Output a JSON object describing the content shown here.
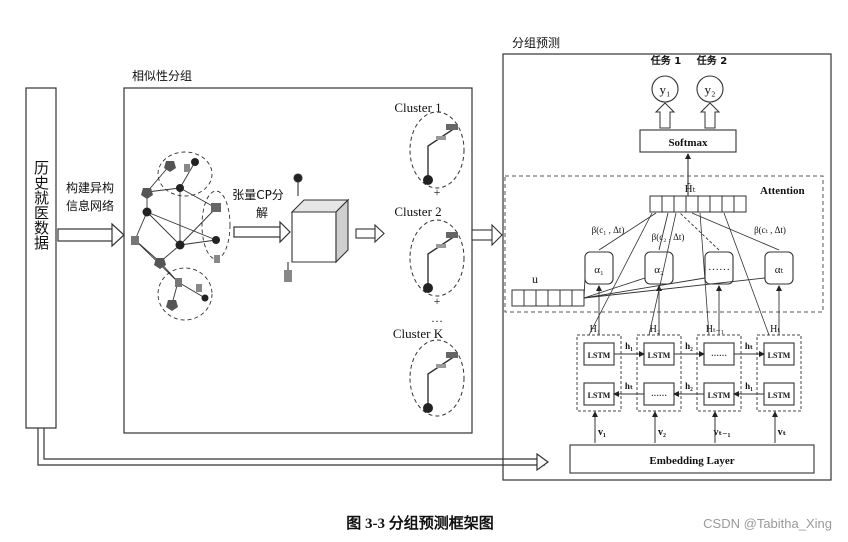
{
  "left_panel": {
    "history_data": "历史就医数据"
  },
  "arrow_labels": {
    "build_network": [
      "构建异构",
      "信息网络"
    ],
    "tensor_cp": [
      "张量CP分",
      "解"
    ]
  },
  "similarity_section": {
    "title": "相似性分组"
  },
  "clusters": [
    "Cluster 1",
    "Cluster 2",
    "Cluster K"
  ],
  "cluster_ellipsis": "…",
  "prediction_section": {
    "title": "分组预测",
    "tasks": [
      "任务 1",
      "任务 2"
    ],
    "outputs": [
      "y₁",
      "y₂"
    ],
    "softmax": "Softmax",
    "attention": "Attention",
    "h_tilde": "H̃ₜ",
    "betas": [
      "β(c₁ , Δt)",
      "β(c₂ , Δt)",
      "β(cₜ , Δt)"
    ],
    "alphas": [
      "α₁",
      "α₂",
      "······",
      "αₜ"
    ],
    "u_label": "u",
    "h_labels": [
      "H₁",
      "H₂",
      "Hₜ₋₁",
      "Hₜ"
    ],
    "lstm_top": [
      "LSTM",
      "LSTM",
      "······",
      "LSTM"
    ],
    "lstm_bottom": [
      "LSTM",
      "······",
      "LSTM",
      "LSTM"
    ],
    "fwd_h": [
      "h₁",
      "h₂",
      "hₜ"
    ],
    "bwd_h": [
      "hₜ",
      "h₂",
      "h₁"
    ],
    "v_labels": [
      "v₁",
      "v₂",
      "vₜ₋₁",
      "vₜ"
    ],
    "embedding": "Embedding Layer"
  },
  "caption": "图 3-3  分组预测框架图",
  "watermark": "CSDN @Tabitha_Xing"
}
